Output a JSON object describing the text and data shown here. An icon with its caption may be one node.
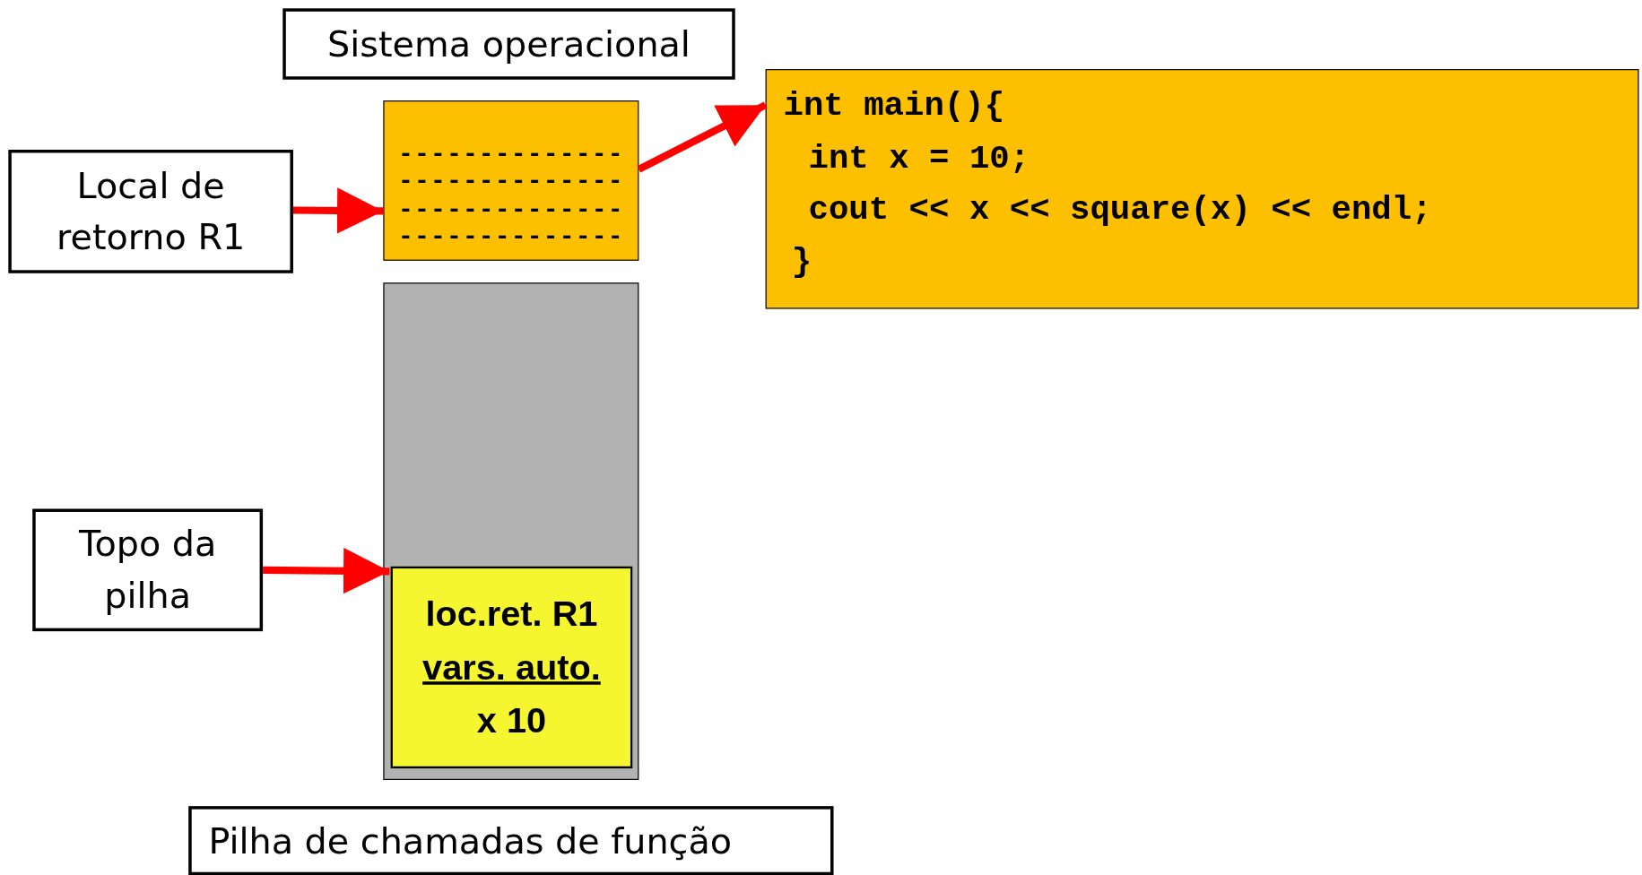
{
  "diagram": {
    "nodes": [
      {
        "text": [
          "Sistema operacional"
        ]
      },
      {
        "text": [
          "--------------",
          "--------------",
          "--------------",
          "--------------"
        ]
      },
      {
        "text": [
          "Local de retorno R1"
        ]
      },
      {
        "text": [
          "int main(){",
          "int x = 10;",
          "cout << x << square(x) << endl;",
          "}"
        ]
      },
      {
        "text": [],
        "shape": "box"
      },
      {
        "text": [
          "Topo da pilha"
        ]
      },
      {
        "text": [
          "loc.ret. R1",
          "vars. auto.",
          "x 10"
        ],
        "in": 4
      },
      {
        "text": [
          "Pilha de chamadas de função"
        ]
      }
    ],
    "edges": [
      {
        "from": 2,
        "to": 1,
        "arrow": "to"
      },
      {
        "from": 1,
        "to": 3,
        "arrow": "to"
      },
      {
        "from": 5,
        "to": 6,
        "arrow": "to"
      }
    ]
  }
}
